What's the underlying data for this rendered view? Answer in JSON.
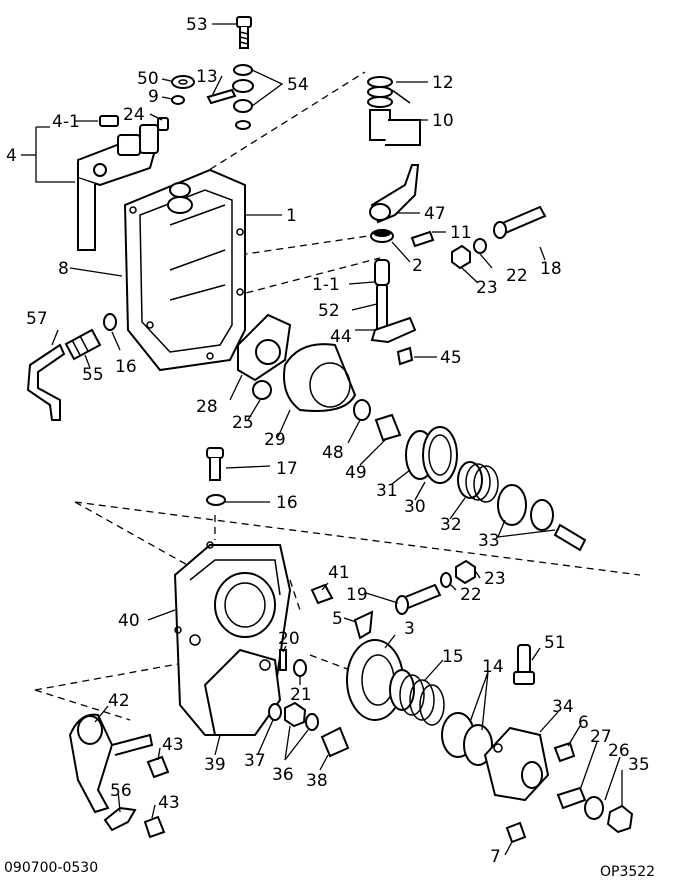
{
  "labels": {
    "l53": "53",
    "l50": "50",
    "l13": "13",
    "l54": "54",
    "l9": "9",
    "l12": "12",
    "l10": "10",
    "l41": "4-1",
    "l24": "24",
    "l4": "4",
    "l1": "1",
    "l47": "47",
    "l11": "11",
    "l18": "18",
    "l2": "2",
    "l22a": "22",
    "l23a": "23",
    "l8": "8",
    "l11b": "1-1",
    "l57": "57",
    "l52": "52",
    "l44": "44",
    "l55": "55",
    "l16a": "16",
    "l45": "45",
    "l28": "28",
    "l25": "25",
    "l29": "29",
    "l48": "48",
    "l49": "49",
    "l31": "31",
    "l30": "30",
    "l17": "17",
    "l16b": "16",
    "l32": "32",
    "l33": "33",
    "l41b": "41",
    "l23b": "23",
    "l19": "19",
    "l22b": "22",
    "l40": "40",
    "l5": "5",
    "l3": "3",
    "l51": "51",
    "l20": "20",
    "l15": "15",
    "l14": "14",
    "l21": "21",
    "l42": "42",
    "l34": "34",
    "l6": "6",
    "l27": "27",
    "l43a": "43",
    "l26": "26",
    "l35": "35",
    "l39": "39",
    "l37": "37",
    "l36": "36",
    "l38": "38",
    "l56": "56",
    "l43b": "43",
    "l7": "7"
  },
  "footer": {
    "left_code": "090700-0530",
    "right_code": "OP3522"
  },
  "colors": {
    "ink": "#000000",
    "paper": "#ffffff"
  }
}
